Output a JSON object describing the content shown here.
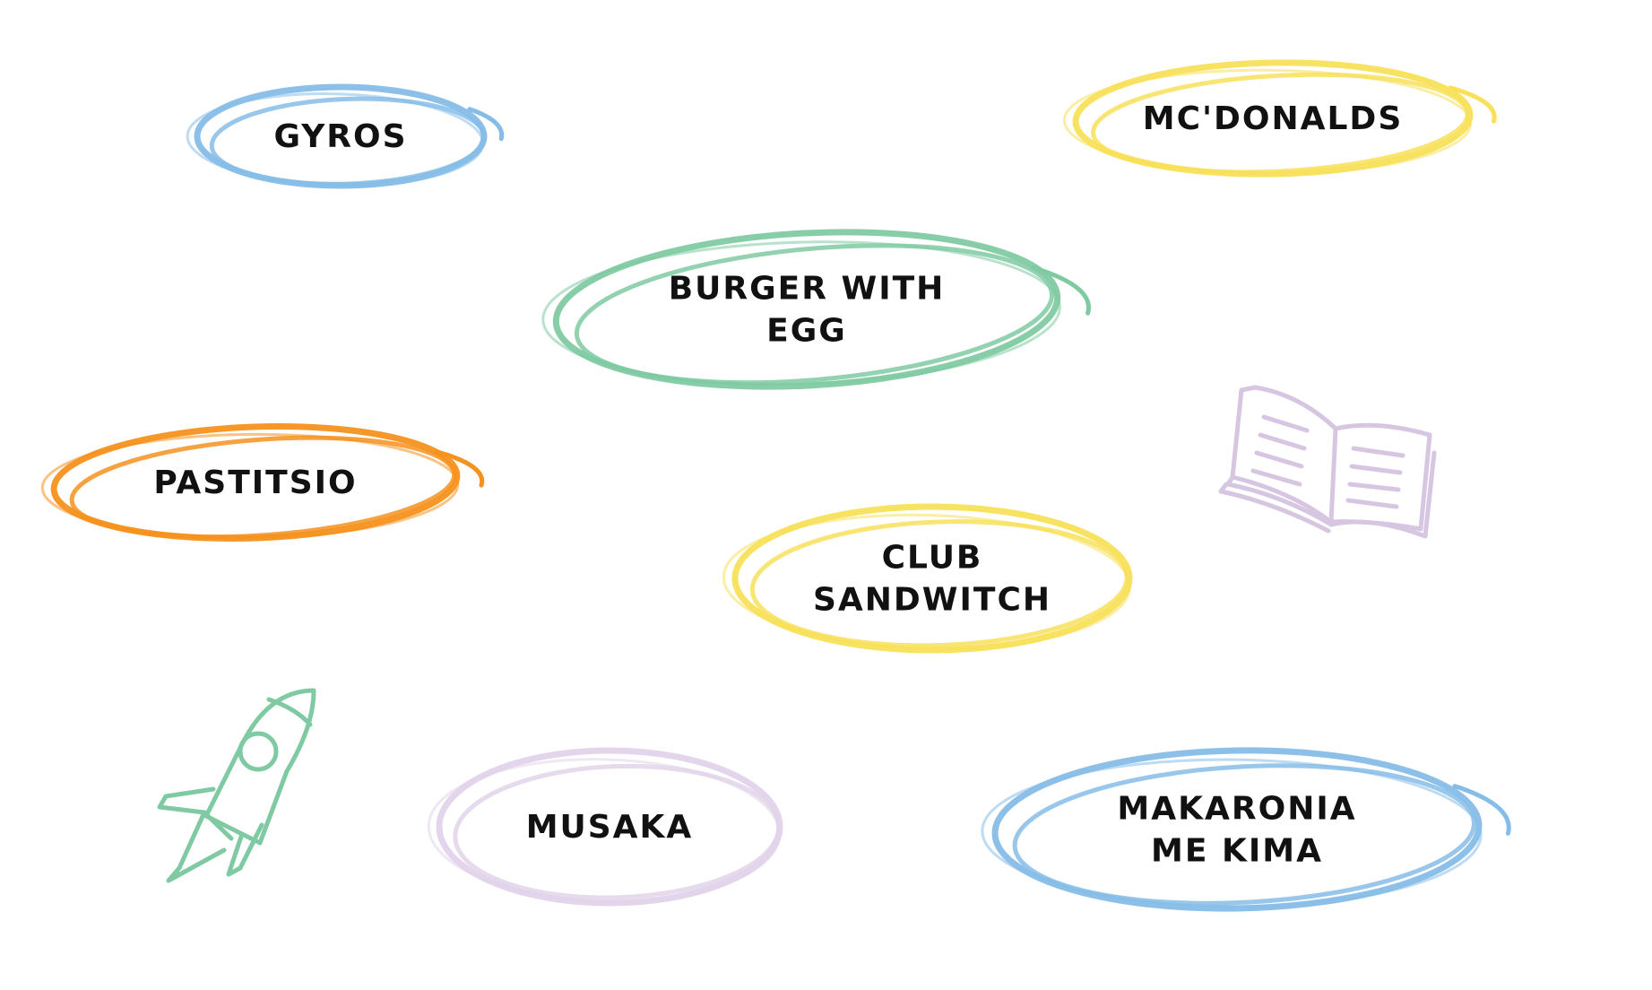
{
  "bubbles": [
    {
      "id": "gyros",
      "lines": [
        "GYROS"
      ],
      "color": "#86bde8"
    },
    {
      "id": "mcdonalds",
      "lines": [
        "MC'DONALDS"
      ],
      "color": "#f8e05a"
    },
    {
      "id": "burger",
      "lines": [
        "BURGER WITH",
        "EGG"
      ],
      "color": "#7fcaa3"
    },
    {
      "id": "pastitsio",
      "lines": [
        "PASTITSIO"
      ],
      "color": "#f5921e"
    },
    {
      "id": "club",
      "lines": [
        "CLUB",
        "SANDWITCH"
      ],
      "color": "#f8e05a"
    },
    {
      "id": "musaka",
      "lines": [
        "MUSAKA"
      ],
      "color": "#e2d3ea"
    },
    {
      "id": "makaronia",
      "lines": [
        "MAKARONIA",
        "ME KIMA"
      ],
      "color": "#86bde8"
    }
  ],
  "icons": {
    "book": {
      "name": "open-book-icon",
      "color": "#d7c6e2"
    },
    "rocket": {
      "name": "rocket-icon",
      "color": "#7fcaa3"
    }
  }
}
